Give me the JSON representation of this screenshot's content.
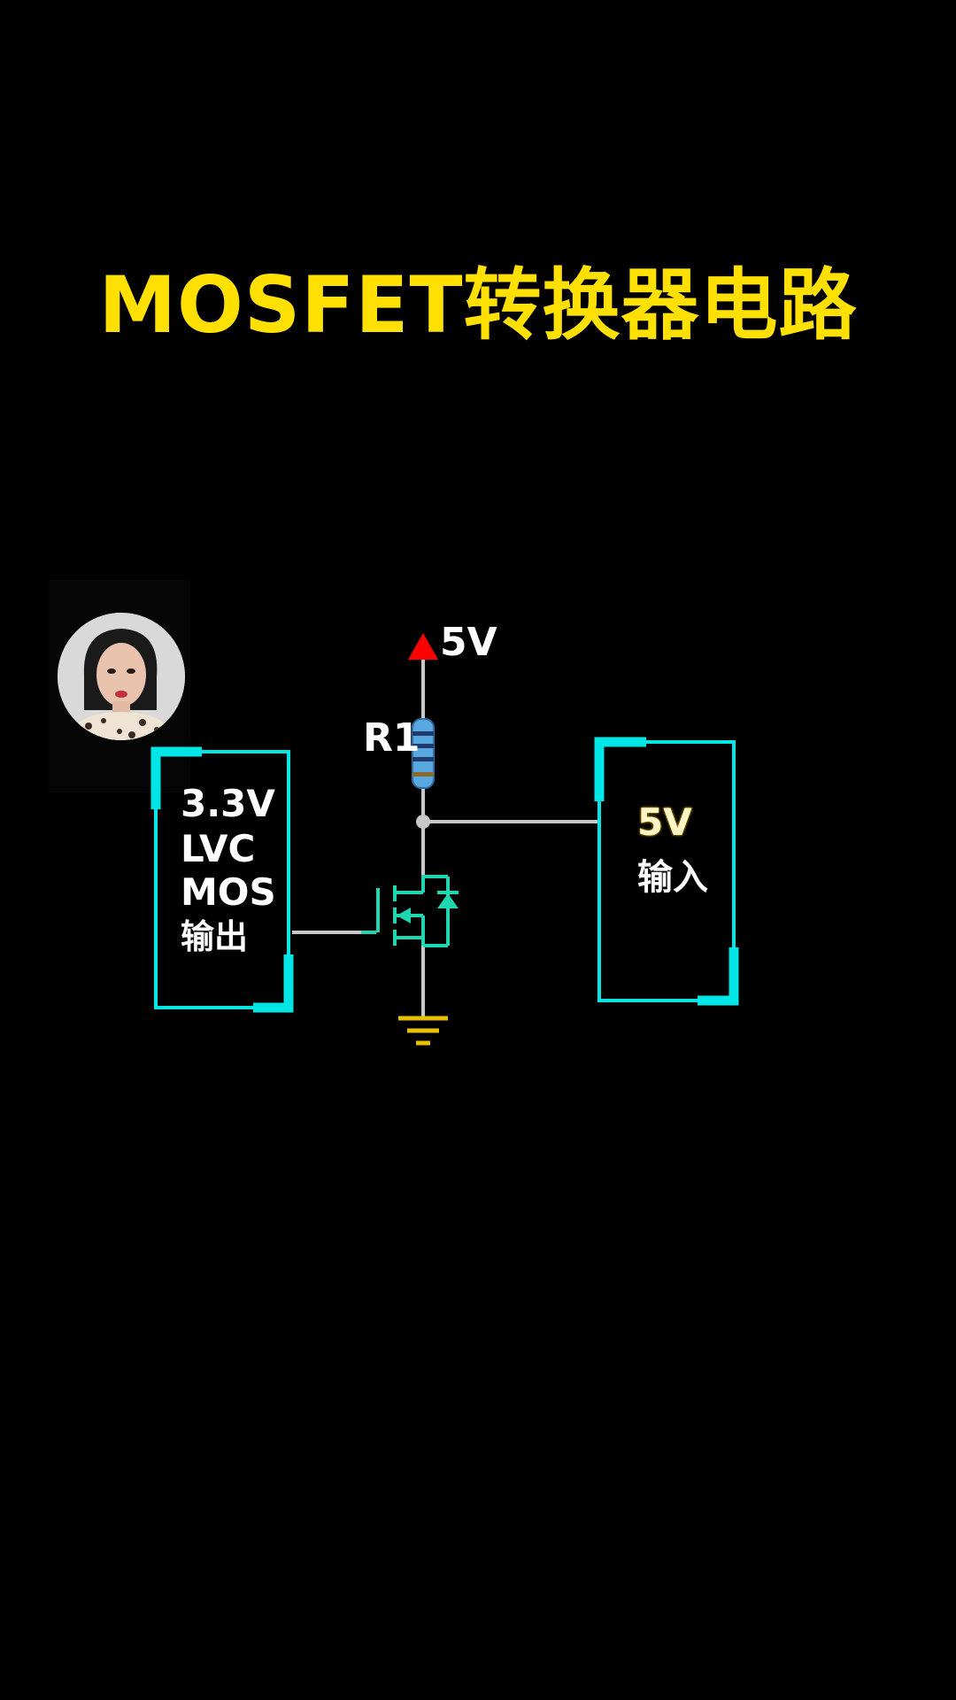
{
  "title": "MOSFET转换器电路",
  "diagram": {
    "vcc_label": "5V",
    "resistor_label": "R1",
    "left_block": {
      "line1": "3.3V",
      "line2": "LVC",
      "line3": "MOS",
      "line4": "输出"
    },
    "right_block": {
      "line1": "5V",
      "line2": "输入"
    }
  },
  "colors": {
    "background": "#000000",
    "title": "#FFE000",
    "block_border": "#00E5E5",
    "mosfet": "#1ED6B0",
    "wire": "#C8C8C8",
    "vcc_arrow": "#FF0000",
    "ground": "#E8C000",
    "resistor": "#5AA8E0"
  },
  "icons": {
    "vcc_symbol": "vcc-arrow-icon",
    "ground_symbol": "ground-icon",
    "resistor_symbol": "resistor-icon",
    "mosfet_symbol": "mosfet-icon"
  }
}
